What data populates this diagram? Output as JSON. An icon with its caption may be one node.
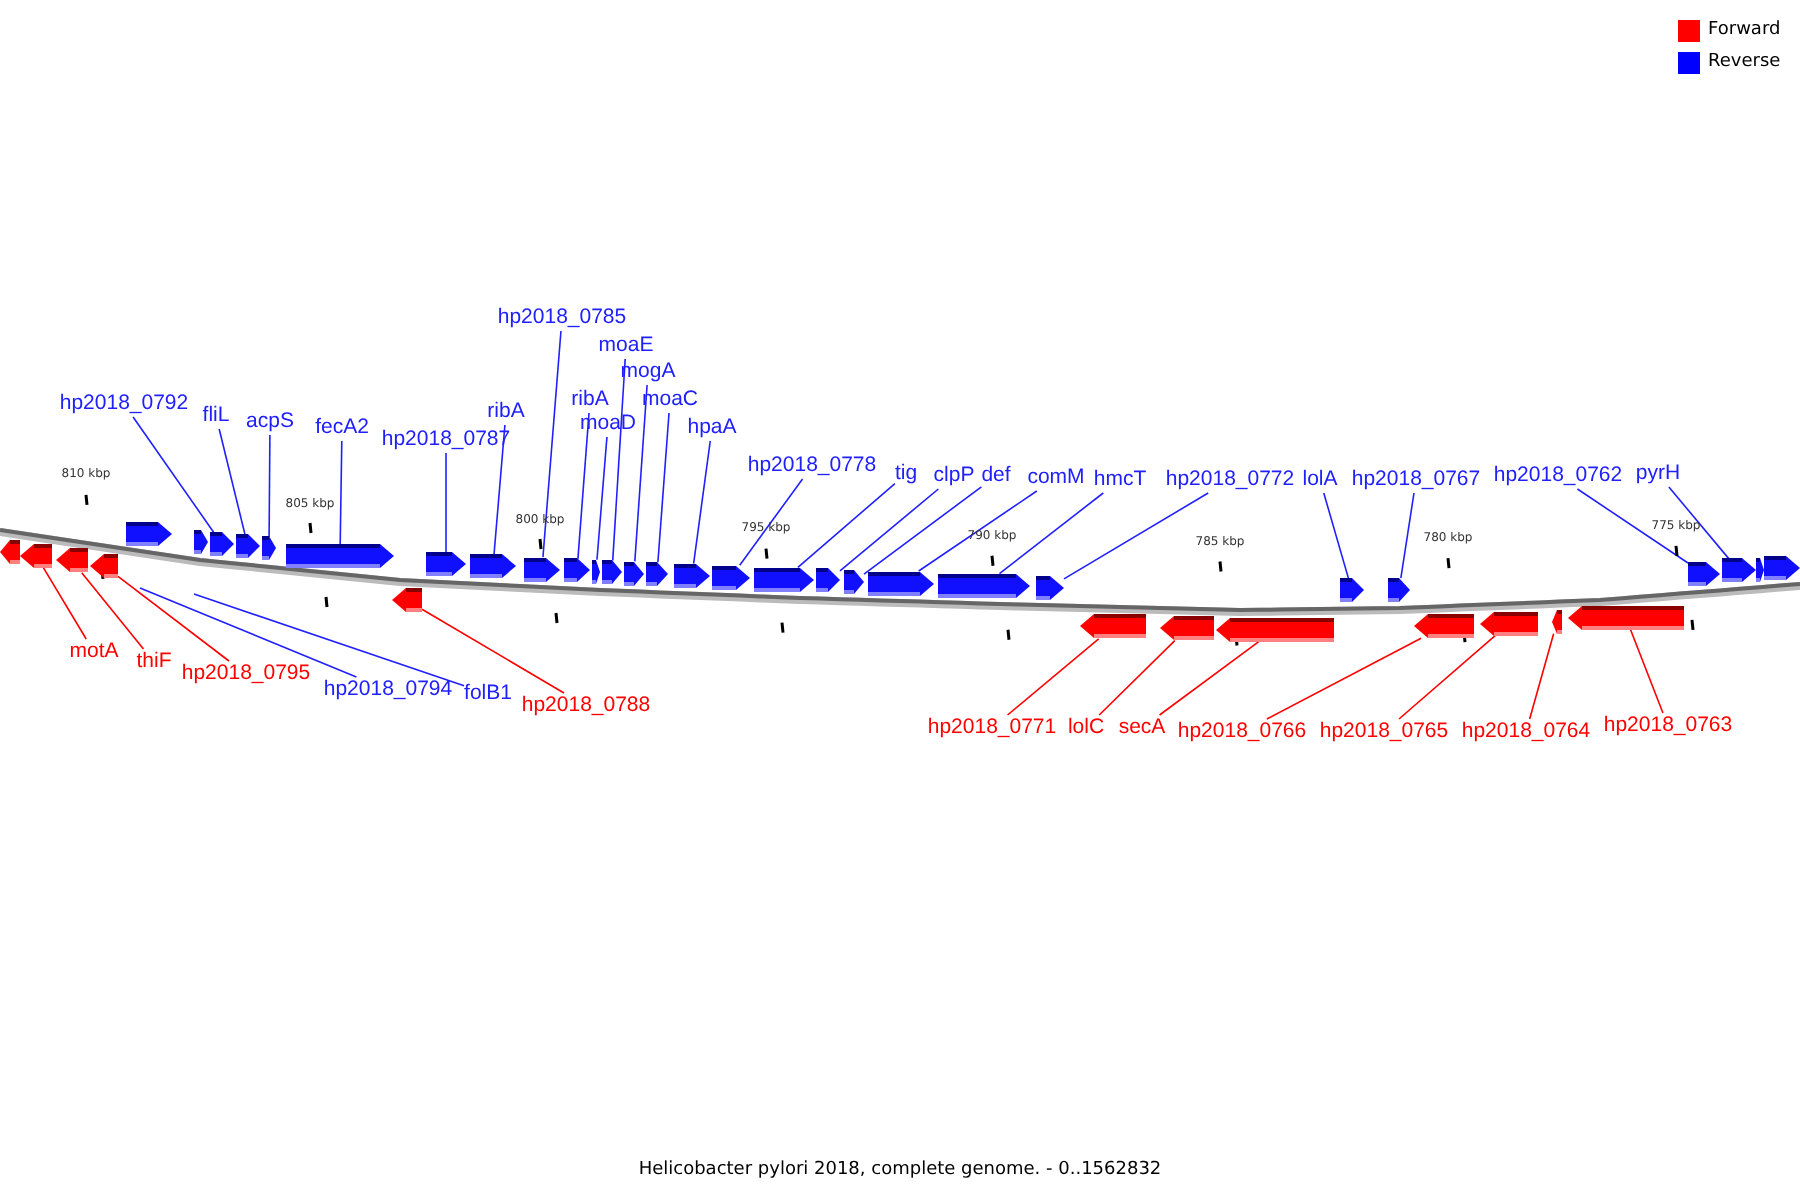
{
  "diagram": {
    "caption": "Helicobacter pylori 2018, complete genome. - 0..1562832",
    "nodes": [
      {
        "text": [
          "hp2018_0792"
        ]
      },
      {
        "text": [
          "fliL"
        ]
      },
      {
        "text": [
          "acpS"
        ]
      },
      {
        "text": [
          "fecA2"
        ]
      },
      {
        "text": [
          "hp2018_0787"
        ]
      },
      {
        "text": [
          "ribA"
        ]
      },
      {
        "text": [
          "hp2018_0785"
        ]
      },
      {
        "text": [
          "ribA"
        ]
      },
      {
        "text": [
          "moaD"
        ]
      },
      {
        "text": [
          "moaE"
        ]
      },
      {
        "text": [
          "mogA"
        ]
      },
      {
        "text": [
          "moaC"
        ]
      },
      {
        "text": [
          "hpaA"
        ]
      },
      {
        "text": [
          "hp2018_0778"
        ]
      },
      {
        "text": [
          "tig"
        ]
      },
      {
        "text": [
          "clpP"
        ]
      },
      {
        "text": [
          "def"
        ]
      },
      {
        "text": [
          "comM"
        ]
      },
      {
        "text": [
          "hmcT"
        ]
      },
      {
        "text": [
          "hp2018_0772"
        ]
      },
      {
        "text": [
          "lolA"
        ]
      },
      {
        "text": [
          "hp2018_0767"
        ]
      },
      {
        "text": [
          "hp2018_0762"
        ]
      },
      {
        "text": [
          "pyrH"
        ]
      },
      {
        "text": [
          "motA"
        ]
      },
      {
        "text": [
          "thiF"
        ]
      },
      {
        "text": [
          "hp2018_0795"
        ]
      },
      {
        "text": [
          "hp2018_0794"
        ]
      },
      {
        "text": [
          "folB1"
        ]
      },
      {
        "text": [
          "hp2018_0788"
        ]
      },
      {
        "text": [
          "hp2018_0771"
        ]
      },
      {
        "text": [
          "lolC"
        ]
      },
      {
        "text": [
          "secA"
        ]
      },
      {
        "text": [
          "hp2018_0766"
        ]
      },
      {
        "text": [
          "hp2018_0765"
        ]
      },
      {
        "text": [
          "hp2018_0764"
        ]
      },
      {
        "text": [
          "hp2018_0763"
        ]
      },
      {
        "text": [],
        "shape": "arrow"
      },
      {
        "text": [],
        "shape": "arrow"
      },
      {
        "text": [],
        "shape": "arrow"
      },
      {
        "text": [],
        "shape": "arrow"
      },
      {
        "text": [],
        "shape": "arrow"
      },
      {
        "text": [],
        "shape": "arrow"
      },
      {
        "text": [],
        "shape": "arrow"
      },
      {
        "text": [],
        "shape": "arrow"
      },
      {
        "text": [],
        "shape": "arrow"
      },
      {
        "text": [],
        "shape": "arrow"
      },
      {
        "text": [],
        "shape": "arrow"
      },
      {
        "text": [],
        "shape": "arrow"
      },
      {
        "text": [],
        "shape": "arrow"
      },
      {
        "text": [],
        "shape": "arrow"
      },
      {
        "text": [],
        "shape": "arrow"
      },
      {
        "text": [],
        "shape": "arrow"
      },
      {
        "text": [],
        "shape": "arrow"
      },
      {
        "text": [],
        "shape": "arrow"
      },
      {
        "text": [],
        "shape": "arrow"
      },
      {
        "text": [],
        "shape": "arrow"
      },
      {
        "text": [],
        "shape": "arrow"
      },
      {
        "text": [],
        "shape": "arrow"
      },
      {
        "text": [],
        "shape": "arrow"
      },
      {
        "text": [],
        "shape": "arrow"
      },
      {
        "text": [],
        "shape": "arrow"
      },
      {
        "text": [],
        "shape": "arrow"
      },
      {
        "text": [],
        "shape": "arrow"
      },
      {
        "text": [],
        "shape": "arrow"
      },
      {
        "text": [],
        "shape": "arrow"
      },
      {
        "text": [],
        "shape": "arrow"
      },
      {
        "text": [],
        "shape": "arrow"
      },
      {
        "text": [],
        "shape": "arrow"
      },
      {
        "text": [],
        "shape": "arrow"
      },
      {
        "text": [],
        "shape": "arrow"
      },
      {
        "text": [],
        "shape": "arrow"
      },
      {
        "text": [],
        "shape": "arrow"
      },
      {
        "text": [],
        "shape": "arrow"
      },
      {
        "text": [],
        "shape": "arrow"
      },
      {
        "text": [],
        "shape": "arrow"
      },
      {
        "text": [],
        "shape": "arrow"
      }
    ],
    "edges": [
      {
        "from": 0,
        "to": 43,
        "arrow": "none"
      },
      {
        "from": 1,
        "to": 44,
        "arrow": "none"
      },
      {
        "from": 2,
        "to": 45,
        "arrow": "none"
      },
      {
        "from": 3,
        "to": 46,
        "arrow": "none"
      },
      {
        "from": 4,
        "to": 48,
        "arrow": "none"
      },
      {
        "from": 5,
        "to": 49,
        "arrow": "none"
      },
      {
        "from": 6,
        "to": 50,
        "arrow": "none"
      },
      {
        "from": 7,
        "to": 51,
        "arrow": "none"
      },
      {
        "from": 8,
        "to": 52,
        "arrow": "none"
      },
      {
        "from": 9,
        "to": 53,
        "arrow": "none"
      },
      {
        "from": 10,
        "to": 54,
        "arrow": "none"
      },
      {
        "from": 11,
        "to": 55,
        "arrow": "none"
      },
      {
        "from": 12,
        "to": 56,
        "arrow": "none"
      },
      {
        "from": 13,
        "to": 57,
        "arrow": "none"
      },
      {
        "from": 14,
        "to": 58,
        "arrow": "none"
      },
      {
        "from": 15,
        "to": 59,
        "arrow": "none"
      },
      {
        "from": 16,
        "to": 60,
        "arrow": "none"
      },
      {
        "from": 17,
        "to": 61,
        "arrow": "none"
      },
      {
        "from": 18,
        "to": 62,
        "arrow": "none"
      },
      {
        "from": 19,
        "to": 63,
        "arrow": "none"
      },
      {
        "from": 20,
        "to": 67,
        "arrow": "none"
      },
      {
        "from": 21,
        "to": 68,
        "arrow": "none"
      },
      {
        "from": 22,
        "to": 73,
        "arrow": "none"
      },
      {
        "from": 23,
        "to": 74,
        "arrow": "none"
      },
      {
        "from": 24,
        "to": 38,
        "arrow": "none",
        "color": "#ff0000"
      },
      {
        "from": 25,
        "to": 39,
        "arrow": "none",
        "color": "#ff0000"
      },
      {
        "from": 26,
        "to": 40,
        "arrow": "none",
        "color": "#ff0000"
      },
      {
        "from": 27,
        "to": null,
        "arrow": "none"
      },
      {
        "from": 28,
        "to": null,
        "arrow": "none"
      },
      {
        "from": 29,
        "to": 47,
        "arrow": "none",
        "color": "#ff0000"
      },
      {
        "from": 30,
        "to": 64,
        "arrow": "none",
        "color": "#ff0000"
      },
      {
        "from": 31,
        "to": 65,
        "arrow": "none",
        "color": "#ff0000"
      },
      {
        "from": 32,
        "to": 66,
        "arrow": "none",
        "color": "#ff0000"
      },
      {
        "from": 33,
        "to": 69,
        "arrow": "none",
        "color": "#ff0000"
      },
      {
        "from": 34,
        "to": 70,
        "arrow": "none",
        "color": "#ff0000"
      },
      {
        "from": 35,
        "to": 71,
        "arrow": "none",
        "color": "#ff0000"
      },
      {
        "from": 36,
        "to": 72,
        "arrow": "none",
        "color": "#ff0000"
      }
    ],
    "labels": [
      "810 kbp",
      "805 kbp",
      "800 kbp",
      "795 kbp",
      "790 kbp",
      "785 kbp",
      "780 kbp",
      "775 kbp"
    ],
    "legend": [
      {
        "text": "Forward",
        "color": "#ff0000"
      },
      {
        "text": "Reverse",
        "color": "#0000ff"
      }
    ]
  }
}
